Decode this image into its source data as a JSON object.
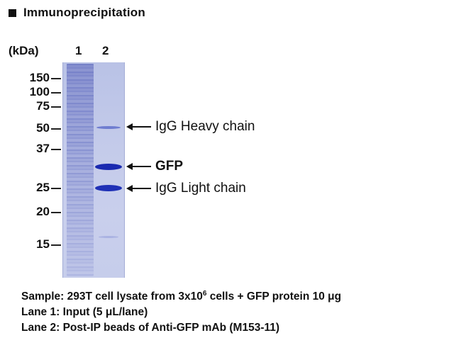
{
  "title": "Immunoprecipitation",
  "axis_unit": "(kDa)",
  "lanes": [
    "1",
    "2"
  ],
  "markers": [
    "150",
    "100",
    "75",
    "50",
    "37",
    "25",
    "20",
    "15"
  ],
  "band_labels": {
    "heavy": "IgG Heavy chain",
    "gfp": "GFP",
    "light": "IgG Light chain"
  },
  "notes": {
    "sample_prefix": "Sample: 293T cell lysate from 3x10",
    "sample_sup": "6",
    "sample_suffix": " cells + GFP protein 10 μg",
    "lane1": "Lane 1: Input (5 μL/lane)",
    "lane2": "Lane 2: Post-IP beads of Anti-GFP mAb (M153-11)"
  }
}
